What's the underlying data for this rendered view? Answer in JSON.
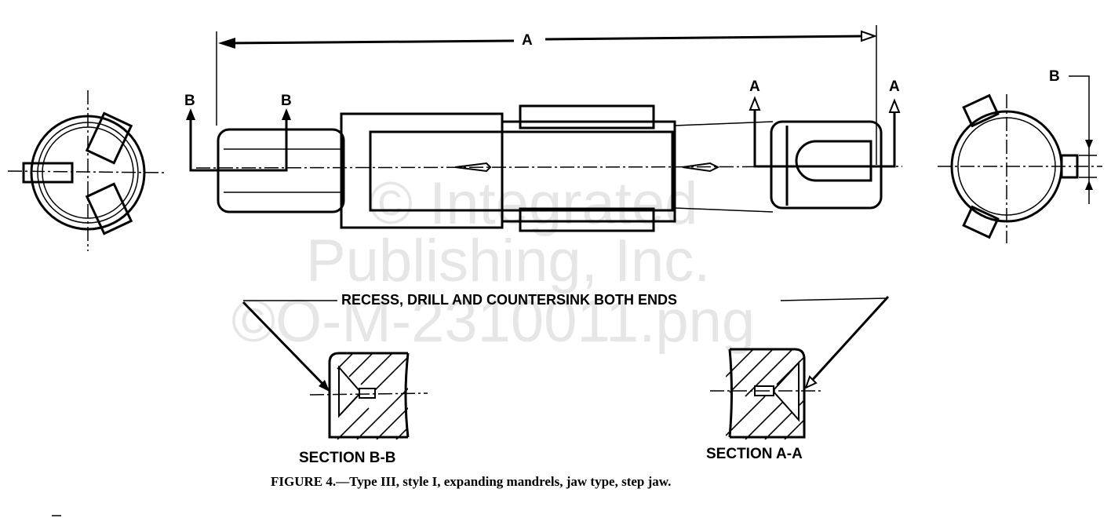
{
  "figure": {
    "caption": "FIGURE 4.—Type III, style I, expanding mandrels, jaw type, step jaw.",
    "note": "RECESS, DRILL AND COUNTERSINK BOTH ENDS",
    "section_left": "SECTION B-B",
    "section_right": "SECTION A-A"
  },
  "labels": {
    "dim_overall": "A",
    "cut_b_left": "B",
    "cut_b_mid": "B",
    "cut_a_left": "A",
    "cut_a_right": "A",
    "end_view_b": "B"
  },
  "watermark": {
    "line1": "© Integrated",
    "line2": "Publishing, Inc.",
    "line3": "©O-M-2310011.png"
  }
}
